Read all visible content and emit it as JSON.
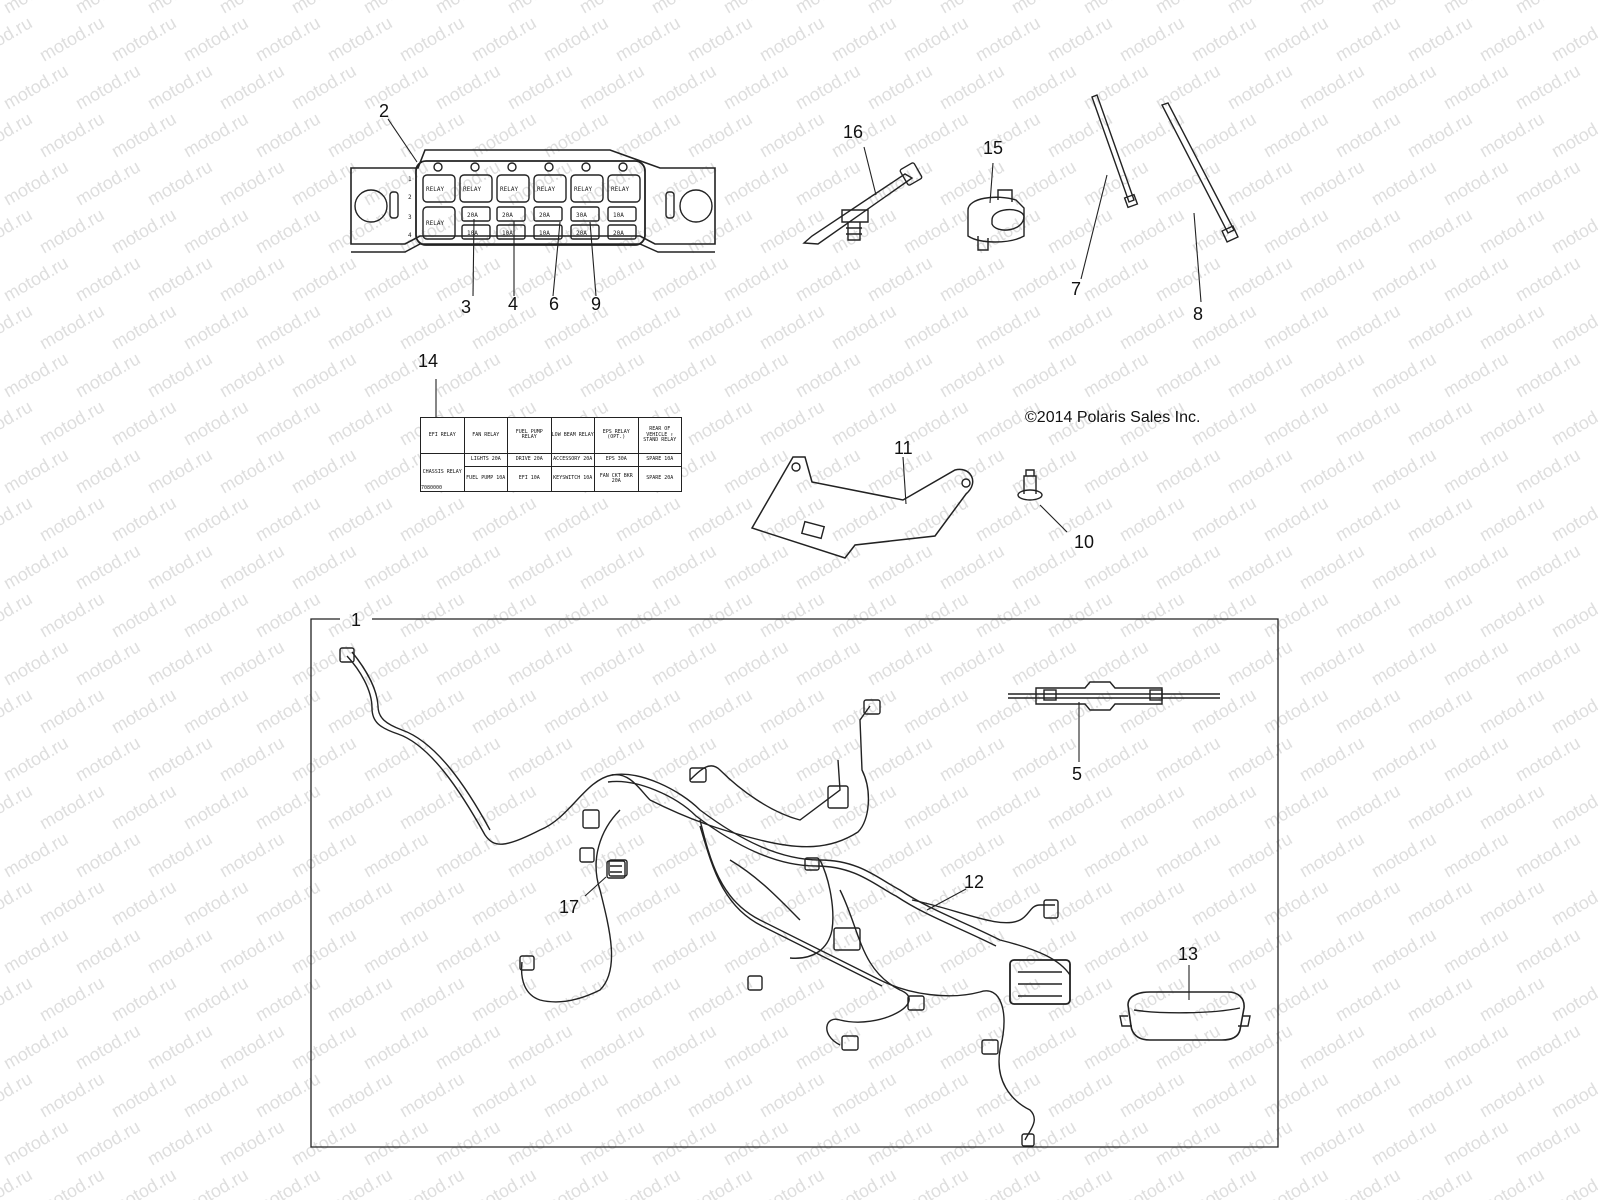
{
  "copyright": "©2014 Polaris Sales Inc.",
  "watermark_text": "motod.ru",
  "callouts": {
    "c1": "1",
    "c2": "2",
    "c3": "3",
    "c4": "4",
    "c5": "5",
    "c6": "6",
    "c7": "7",
    "c8": "8",
    "c9": "9",
    "c10": "10",
    "c11": "11",
    "c12": "12",
    "c13": "13",
    "c14": "14",
    "c15": "15",
    "c16": "16",
    "c17": "17"
  },
  "fuse_box": {
    "row_numbers": [
      "1",
      "2",
      "3",
      "4"
    ],
    "relay_label": "RELAY",
    "fuse_ratings_row1": [
      "20A",
      "20A",
      "20A",
      "30A",
      "10A"
    ],
    "fuse_ratings_row2": [
      "10A",
      "10A",
      "10A",
      "20A",
      "20A"
    ]
  },
  "fuse_label": {
    "row1": [
      "EFI RELAY",
      "FAN RELAY",
      "FUEL PUMP RELAY",
      "LOW BEAM RELAY",
      "EPS RELAY (OPT.)"
    ],
    "rear_of_vehicle": "REAR OF VEHICLE",
    "stand_relay": "STAND RELAY",
    "row2": [
      "CHASSIS RELAY",
      "LIGHTS 20A",
      "DRIVE 20A",
      "ACCESSORY 20A",
      "EPS 30A",
      "SPARE 10A"
    ],
    "row3": [
      "FUEL PUMP 10A",
      "EFI 10A",
      "KEYSWITCH 10A",
      "FAN CKT BKR 20A",
      "SPARE 20A"
    ],
    "part_no": "7080000"
  }
}
